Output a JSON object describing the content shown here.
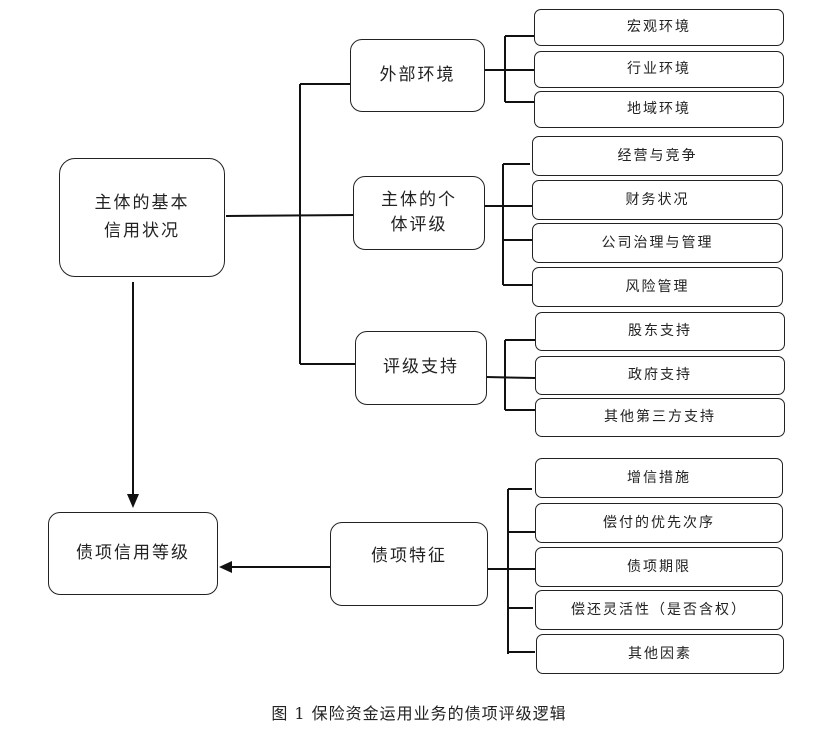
{
  "diagram": {
    "root": {
      "label": "主体的基本信用状况",
      "line1": "主体的基本",
      "line2": "信用状况"
    },
    "result": {
      "label": "债项信用等级"
    },
    "branches": [
      {
        "label": "外部环境",
        "children": [
          "宏观环境",
          "行业环境",
          "地域环境"
        ]
      },
      {
        "label": "主体的个体评级",
        "line1": "主体的个",
        "line2": "体评级",
        "children": [
          "经营与竞争",
          "财务状况",
          "公司治理与管理",
          "风险管理"
        ]
      },
      {
        "label": "评级支持",
        "children": [
          "股东支持",
          "政府支持",
          "其他第三方支持"
        ]
      }
    ],
    "debt_features": {
      "label": "债项特征",
      "children": [
        "增信措施",
        "偿付的优先次序",
        "债项期限",
        "偿还灵活性（是否含权）",
        "其他因素"
      ]
    },
    "edges": [
      {
        "from": "主体的基本信用状况",
        "to": "债项信用等级",
        "arrow": true
      },
      {
        "from": "债项特征",
        "to": "债项信用等级",
        "arrow": true
      }
    ]
  },
  "caption": "图 1   保险资金运用业务的债项评级逻辑"
}
